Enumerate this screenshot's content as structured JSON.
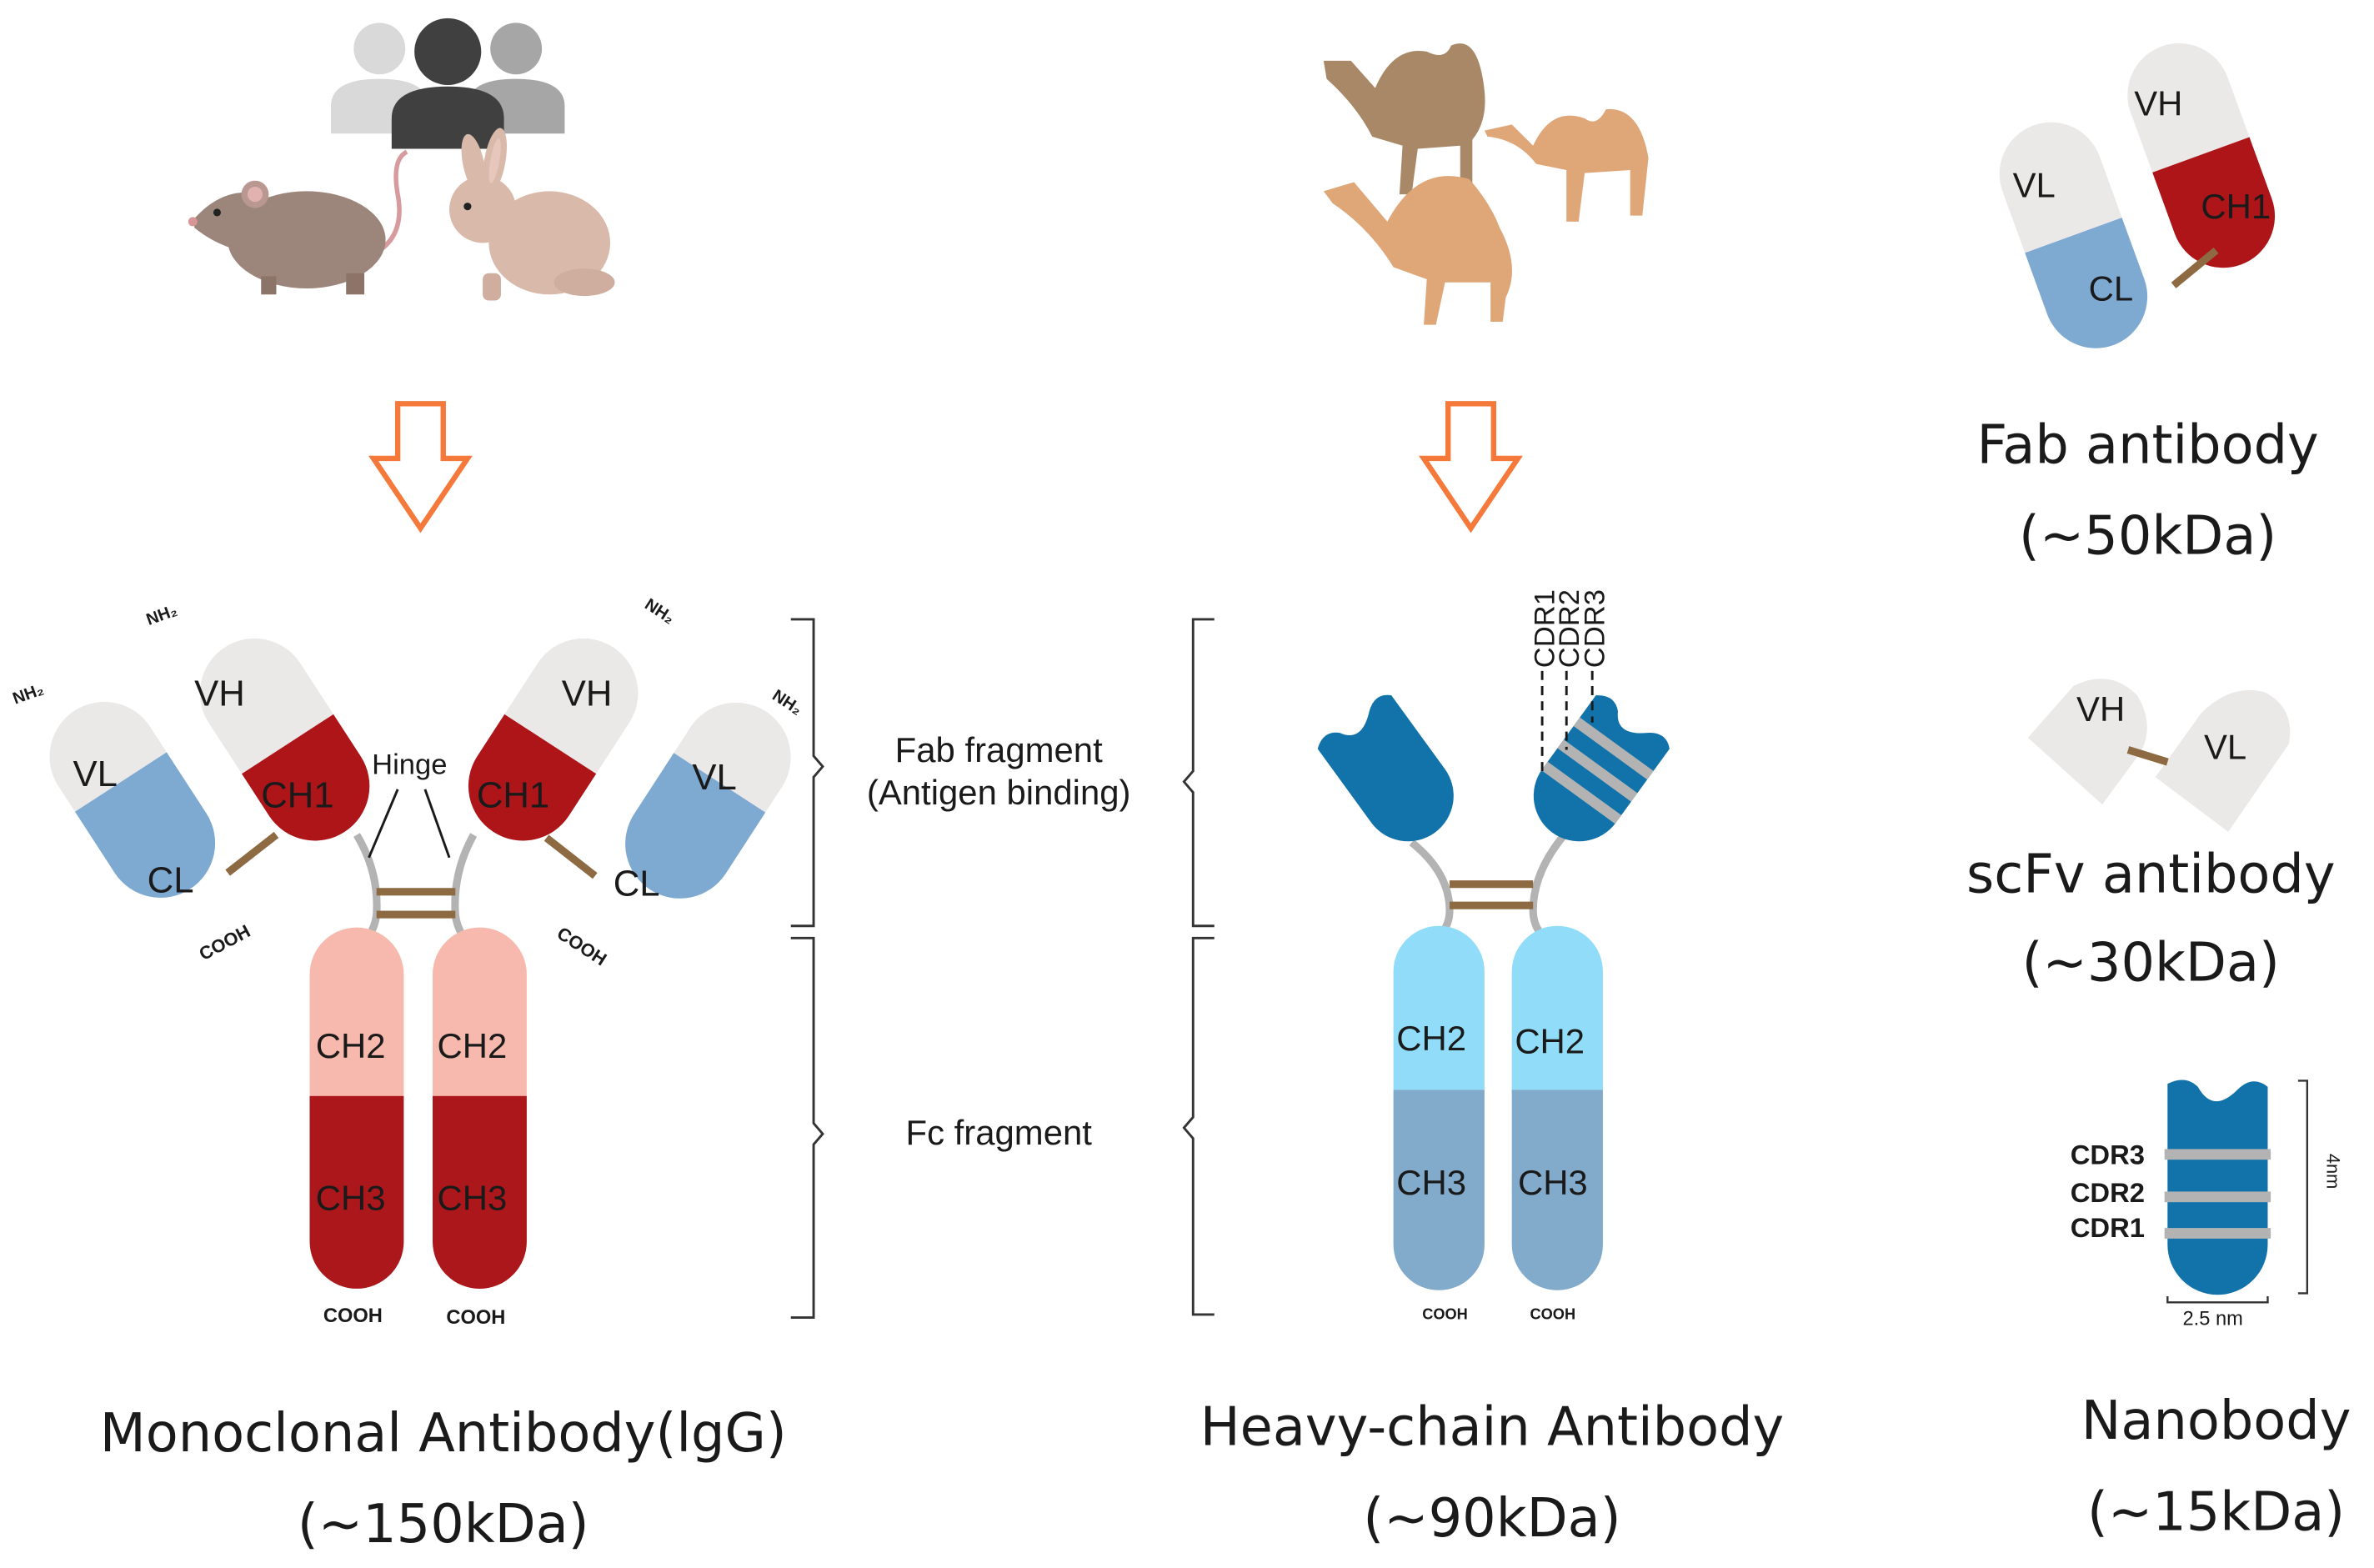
{
  "colors": {
    "vl_light": "#ebe8e8",
    "cl_blue": "#7eaad2",
    "ch1_red": "#ad1519",
    "ch2_pink": "#f7b9ad",
    "ch3_red": "#ab171a",
    "linker_brown": "#8e6a42",
    "hinge_gray": "#b3b3b3",
    "arrow_orange": "#f4793b",
    "vhh_blue": "#1273aa",
    "ch2_light_blue": "#91dcf8",
    "ch3_steel_blue": "#82aacb",
    "text_dark": "#1a1a1a"
  },
  "icons": {
    "people": "people-group-icon",
    "mouse": "mouse-icon",
    "rabbit": "rabbit-icon",
    "camels": "camels-icon",
    "arrow": "hollow-down-arrow-icon"
  },
  "igg": {
    "domains": {
      "vl": "VL",
      "vh": "VH",
      "cl": "CL",
      "ch1": "CH1",
      "ch2": "CH2",
      "ch3": "CH3"
    },
    "nh2": "NH₂",
    "cooh": "COOH",
    "hinge": "Hinge",
    "title": "Monoclonal Antibody(lgG)",
    "weight": "(~150kDa)"
  },
  "fragments": {
    "fab": "Fab fragment",
    "fab_sub": "(Antigen binding)",
    "fc": "Fc fragment"
  },
  "hcab": {
    "cdrs": [
      "CDR1",
      "CDR2",
      "CDR3"
    ],
    "ch2": "CH2",
    "ch3": "CH3",
    "cooh": "COOH",
    "title": "Heavy-chain Antibody",
    "weight": "(~90kDa)"
  },
  "fab_ab": {
    "vl": "VL",
    "vh": "VH",
    "cl": "CL",
    "ch1": "CH1",
    "title": "Fab antibody",
    "weight": "(~50kDa)"
  },
  "scfv": {
    "vh": "VH",
    "vl": "VL",
    "title": "scFv antibody",
    "weight": "(~30kDa)"
  },
  "nanobody": {
    "cdrs": [
      "CDR3",
      "CDR2",
      "CDR1"
    ],
    "height": "4nm",
    "width": "2.5 nm",
    "title": "Nanobody",
    "weight": "(~15kDa)"
  }
}
